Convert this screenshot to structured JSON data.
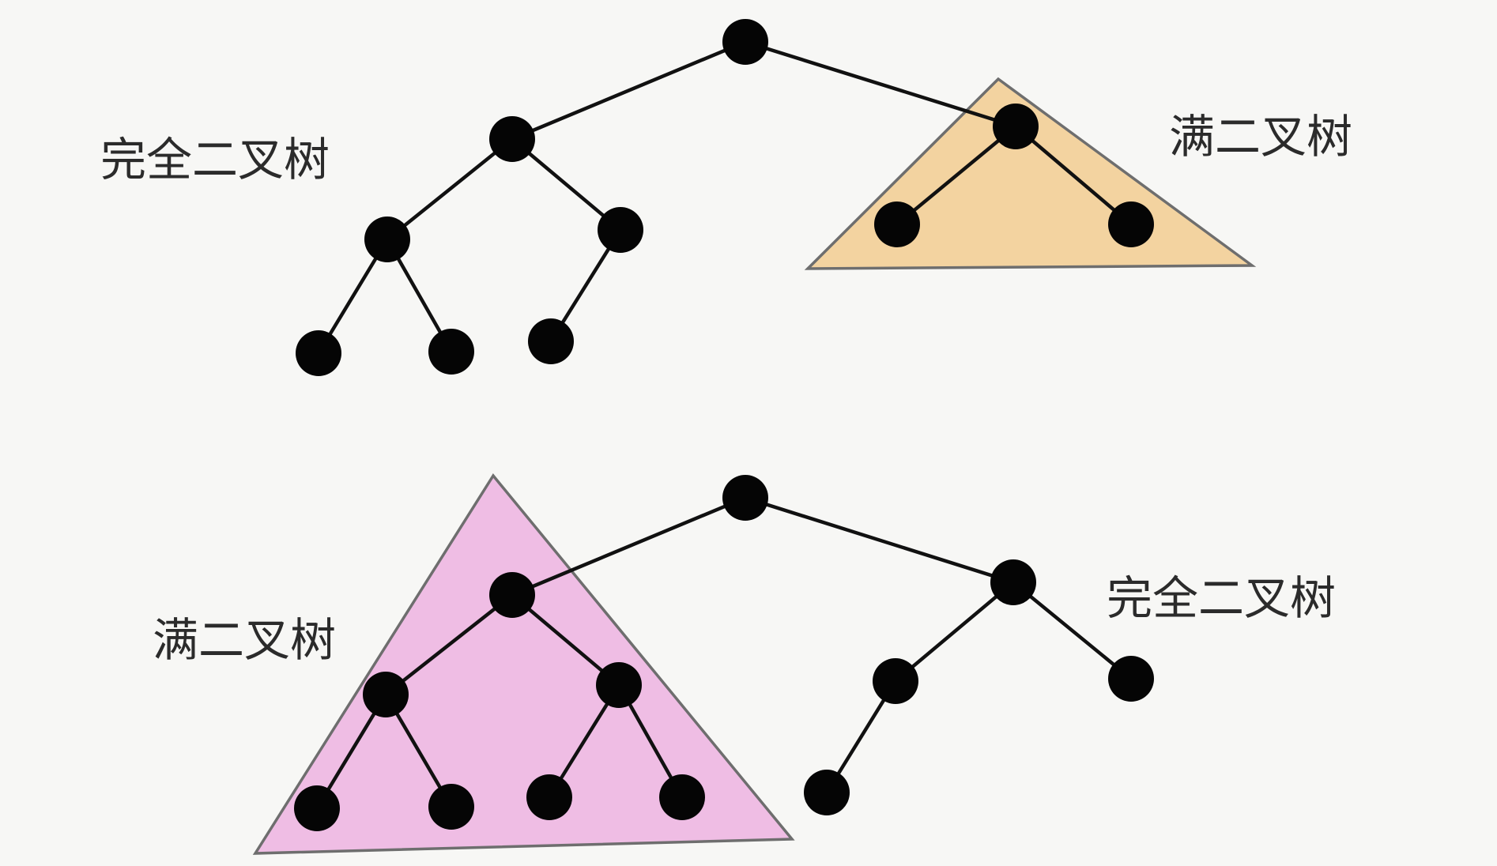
{
  "colors": {
    "background": "#f7f7f5",
    "orange_highlight": "#f3d3a0",
    "pink_highlight": "#efbde4",
    "node": "#050505",
    "edge": "#111111"
  },
  "labels": {
    "top_left": "完全二叉树",
    "top_right": "满二叉树",
    "bottom_left": "满二叉树",
    "bottom_right": "完全二叉树"
  },
  "diagrams": [
    {
      "name": "top-tree",
      "caption": "完全二叉树",
      "highlight_caption": "满二叉树",
      "highlight_color": "#f3d3a0",
      "nodes": [
        "root",
        "L",
        "R",
        "LL",
        "LR",
        "RL",
        "RR",
        "LLL",
        "LLR",
        "LRL"
      ],
      "edges": [
        [
          "root",
          "L"
        ],
        [
          "root",
          "R"
        ],
        [
          "L",
          "LL"
        ],
        [
          "L",
          "LR"
        ],
        [
          "R",
          "RL"
        ],
        [
          "R",
          "RR"
        ],
        [
          "LL",
          "LLL"
        ],
        [
          "LL",
          "LLR"
        ],
        [
          "LR",
          "LRL"
        ]
      ]
    },
    {
      "name": "bottom-tree",
      "caption": "完全二叉树",
      "highlight_caption": "满二叉树",
      "highlight_color": "#efbde4",
      "nodes": [
        "root",
        "L",
        "R",
        "LL",
        "LR",
        "RL",
        "RR",
        "LLL",
        "LLR",
        "LRL",
        "LRR",
        "RLL"
      ],
      "edges": [
        [
          "root",
          "L"
        ],
        [
          "root",
          "R"
        ],
        [
          "L",
          "LL"
        ],
        [
          "L",
          "LR"
        ],
        [
          "R",
          "RL"
        ],
        [
          "R",
          "RR"
        ],
        [
          "LL",
          "LLL"
        ],
        [
          "LL",
          "LLR"
        ],
        [
          "LR",
          "LRL"
        ],
        [
          "LR",
          "LRR"
        ],
        [
          "RL",
          "RLL"
        ]
      ]
    }
  ]
}
